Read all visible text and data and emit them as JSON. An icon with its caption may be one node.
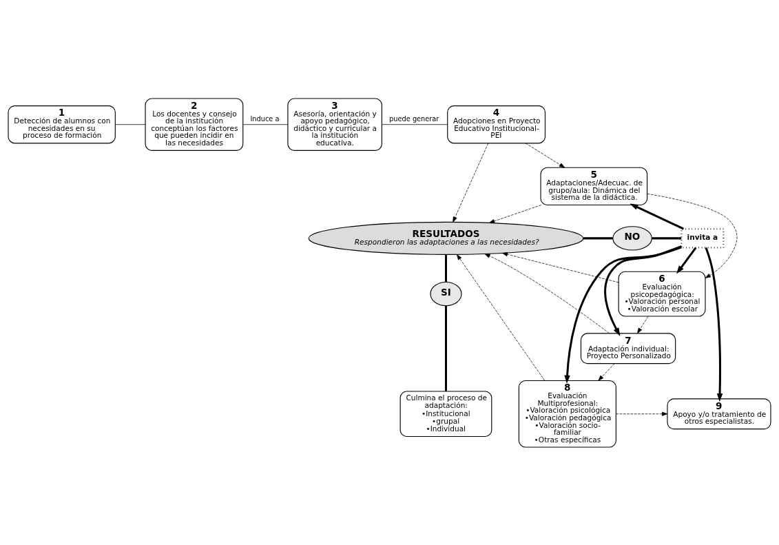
{
  "diagram": {
    "nodes": [
      {
        "text": [
          "1",
          "Detección de alumnos con necesidades en su proceso de formación"
        ]
      },
      {
        "text": [
          "2",
          "Los docentes y consejo de la institución conceptúan los factores que pueden incidir en las necesidades"
        ]
      },
      {
        "text": [
          "3",
          "Asesoría, orientación y apoyo pedagógico, didáctico y curricular a la institución educativa."
        ]
      },
      {
        "text": [
          "4",
          "Adopciones en Proyecto Educativo Institucional- PEI"
        ]
      },
      {
        "text": [
          "5",
          "Adaptaciones/Adecuac. de grupo/aula: Dinámica del sistema de la didáctica."
        ]
      },
      {
        "text": [
          "RESULTADOS",
          "Respondieron las adaptaciones a las necesidades?"
        ]
      },
      {
        "text": [
          "NO"
        ]
      },
      {
        "text": [
          "SI"
        ]
      },
      {
        "text": [
          "invita a"
        ]
      },
      {
        "text": [
          "6",
          "Evaluación psicopedagógica:",
          "•Valoración personal",
          "•Valoración escolar"
        ]
      },
      {
        "text": [
          "7",
          "Adaptación individual: Proyecto Personalizado"
        ]
      },
      {
        "text": [
          "8",
          "Evaluación Multiprofesional:",
          "•Valoración psicológica",
          "•Valoración pedagógica",
          "•Valoración socio-familiar",
          "•Otras específicas"
        ]
      },
      {
        "text": [
          "9",
          "Apoyo y/o tratamiento de otros especialistas."
        ]
      },
      {
        "text": [
          "Culmina el proceso de adaptación:",
          "•Institucional",
          "•grupal",
          "•Individual"
        ]
      }
    ],
    "edges": [
      {
        "from": 0,
        "to": 1,
        "arrow": "none"
      },
      {
        "from": 1,
        "to": 2,
        "arrow": "none",
        "label": "Induce a"
      },
      {
        "from": 2,
        "to": 3,
        "arrow": "none",
        "label": "puede generar"
      },
      {
        "from": 3,
        "to": 4,
        "arrow": "to",
        "style": "dashed"
      },
      {
        "from": 3,
        "to": 5,
        "arrow": "to",
        "style": "dashed"
      },
      {
        "from": 4,
        "to": 5,
        "arrow": "to",
        "style": "dashed"
      },
      {
        "from": 4,
        "to": 9,
        "arrow": "to",
        "style": "dashed"
      },
      {
        "from": 9,
        "to": 10,
        "arrow": "to",
        "style": "dashed"
      },
      {
        "from": 10,
        "to": 11,
        "arrow": "to",
        "style": "dashed"
      },
      {
        "from": 11,
        "to": 12,
        "arrow": "to",
        "style": "dashed"
      },
      {
        "from": 9,
        "to": 5,
        "arrow": "to",
        "style": "dashed"
      },
      {
        "from": 10,
        "to": 5,
        "arrow": "to",
        "style": "dashed"
      },
      {
        "from": 11,
        "to": 5,
        "arrow": "to",
        "style": "dashed"
      },
      {
        "from": 5,
        "to": 6,
        "arrow": "none",
        "style": "thick"
      },
      {
        "from": 6,
        "to": 8,
        "arrow": "none",
        "style": "thick"
      },
      {
        "from": 8,
        "to": 4,
        "arrow": "to",
        "style": "thick"
      },
      {
        "from": 8,
        "to": 9,
        "arrow": "to",
        "style": "thick"
      },
      {
        "from": 8,
        "to": 10,
        "arrow": "to",
        "style": "thick"
      },
      {
        "from": 8,
        "to": 11,
        "arrow": "to",
        "style": "thick"
      },
      {
        "from": 8,
        "to": 12,
        "arrow": "to",
        "style": "thick"
      },
      {
        "from": 5,
        "to": 7,
        "arrow": "none",
        "style": "thick"
      },
      {
        "from": 7,
        "to": 13,
        "arrow": "none",
        "style": "thick"
      }
    ]
  }
}
